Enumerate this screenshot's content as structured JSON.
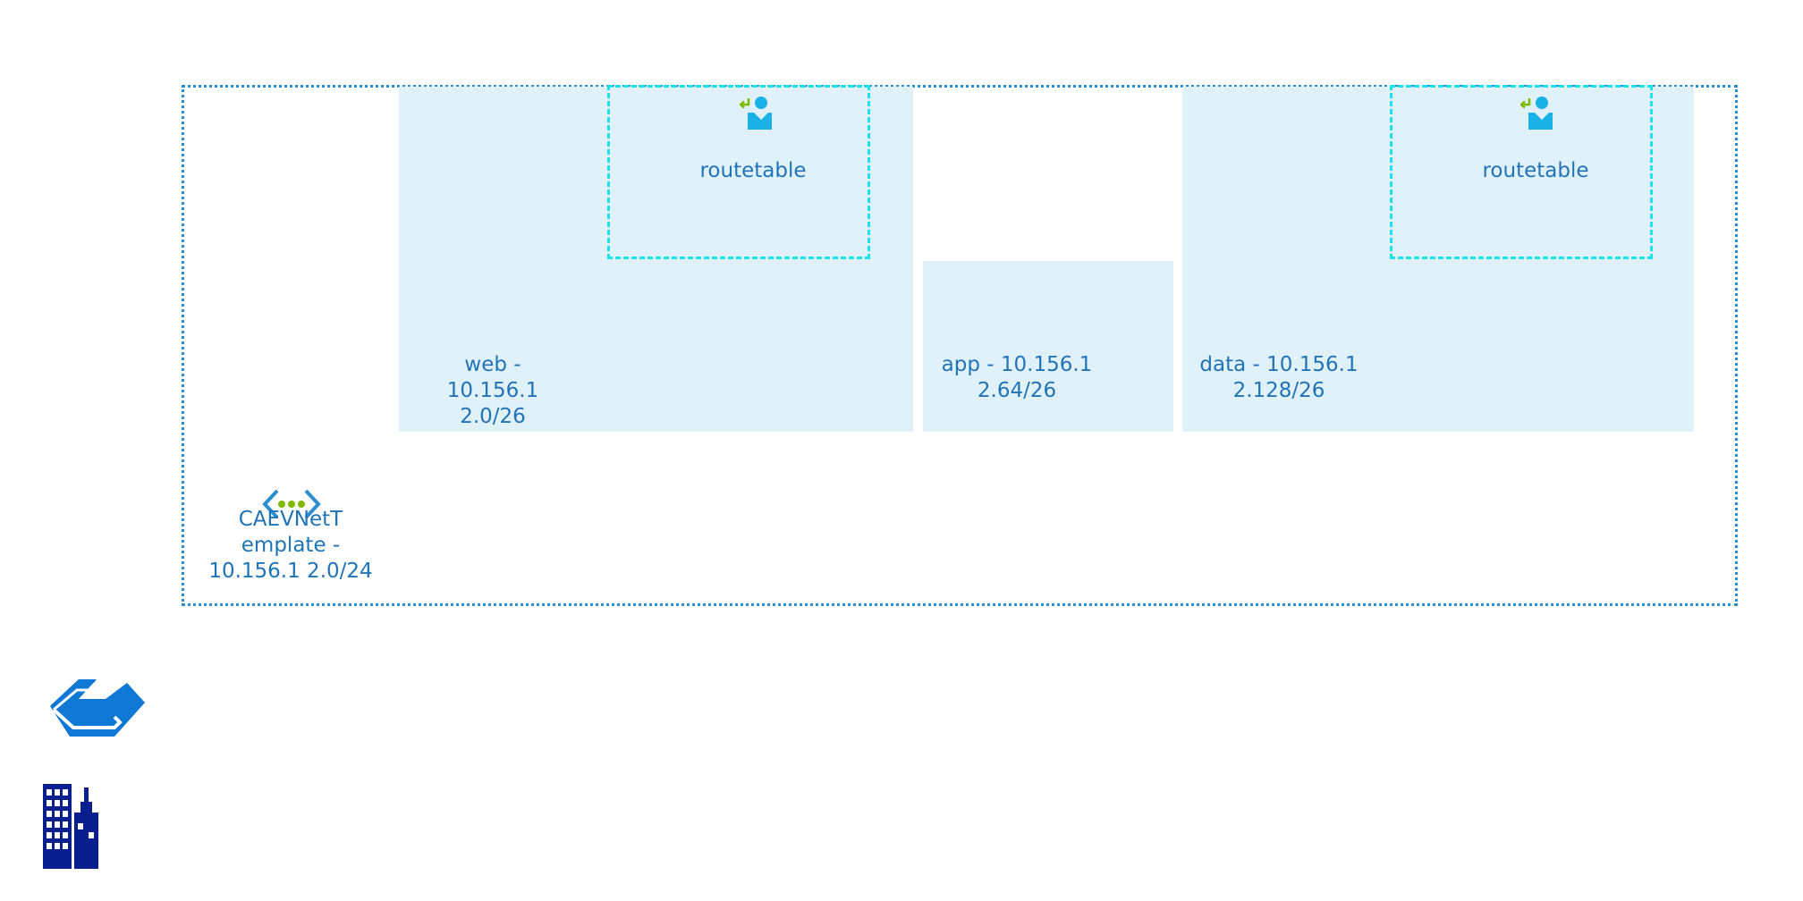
{
  "vnet": {
    "label": "CAEVNetT\nemplate -\n10.156.1 2.0/24",
    "icon": "virtual-network-icon"
  },
  "subnets": [
    {
      "id": "web",
      "label": "web - 10.156.1\n2.0/26"
    },
    {
      "id": "app",
      "label": "app - 10.156.1\n2.64/26"
    },
    {
      "id": "data",
      "label": "data - 10.156.1\n2.128/26"
    }
  ],
  "route_tables": [
    {
      "subnet": "web",
      "label": "routetable",
      "icon": "route-table-icon"
    },
    {
      "subnet": "data",
      "label": "routetable",
      "icon": "route-table-icon"
    }
  ],
  "external_icons": [
    "cloud-connection-icon",
    "on-premises-building-icon"
  ],
  "colors": {
    "vnet_border": "#2a8fd0",
    "subnet_fill": "#e1f1fa",
    "route_table_border": "#19e3ec",
    "label_text": "#1f74b8",
    "icon_blue": "#1ab1e6",
    "icon_green": "#7fba00",
    "building_navy": "#0a1f8f",
    "cloud_blue": "#0f78d4"
  }
}
